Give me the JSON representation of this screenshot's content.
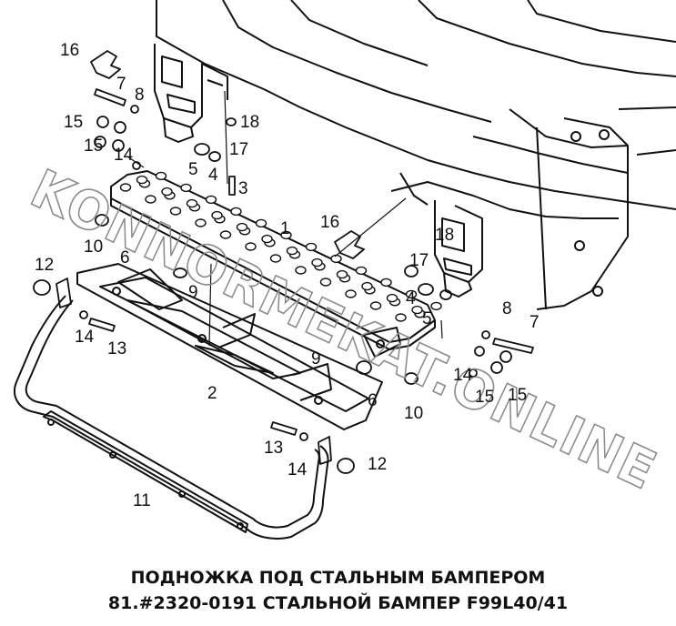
{
  "watermark": "KONNORMEKAT.ONLINE",
  "caption": {
    "line1": "ПОДНОЖКА ПОД СТАЛЬНЫМ БАМПЕРОМ",
    "line2": "81.#2320-0191 СТАЛЬНОЙ БАМПЕР F99L40/41"
  },
  "callouts": [
    {
      "key": "c16a",
      "label": "16"
    },
    {
      "key": "c7a",
      "label": "7"
    },
    {
      "key": "c8a",
      "label": "8"
    },
    {
      "key": "c15a",
      "label": "15"
    },
    {
      "key": "c18a",
      "label": "18"
    },
    {
      "key": "c15b",
      "label": "15"
    },
    {
      "key": "c17a",
      "label": "17"
    },
    {
      "key": "c14a",
      "label": "14"
    },
    {
      "key": "c5a",
      "label": "5"
    },
    {
      "key": "c4a",
      "label": "4"
    },
    {
      "key": "c3",
      "label": "3"
    },
    {
      "key": "c1",
      "label": "1"
    },
    {
      "key": "c16b",
      "label": "16"
    },
    {
      "key": "c10a",
      "label": "10"
    },
    {
      "key": "c6a",
      "label": "6"
    },
    {
      "key": "c12a",
      "label": "12"
    },
    {
      "key": "c9a",
      "label": "9"
    },
    {
      "key": "c14b",
      "label": "14"
    },
    {
      "key": "c13a",
      "label": "13"
    },
    {
      "key": "c18b",
      "label": "18"
    },
    {
      "key": "c17b",
      "label": "17"
    },
    {
      "key": "c4b",
      "label": "4"
    },
    {
      "key": "c5b",
      "label": "5"
    },
    {
      "key": "c8b",
      "label": "8"
    },
    {
      "key": "c7b",
      "label": "7"
    },
    {
      "key": "c9b",
      "label": "9"
    },
    {
      "key": "c14c",
      "label": "14"
    },
    {
      "key": "c15c",
      "label": "15"
    },
    {
      "key": "c15d",
      "label": "15"
    },
    {
      "key": "c2",
      "label": "2"
    },
    {
      "key": "c6b",
      "label": "6"
    },
    {
      "key": "c10b",
      "label": "10"
    },
    {
      "key": "c13b",
      "label": "13"
    },
    {
      "key": "c14d",
      "label": "14"
    },
    {
      "key": "c12b",
      "label": "12"
    },
    {
      "key": "c11",
      "label": "11"
    }
  ]
}
